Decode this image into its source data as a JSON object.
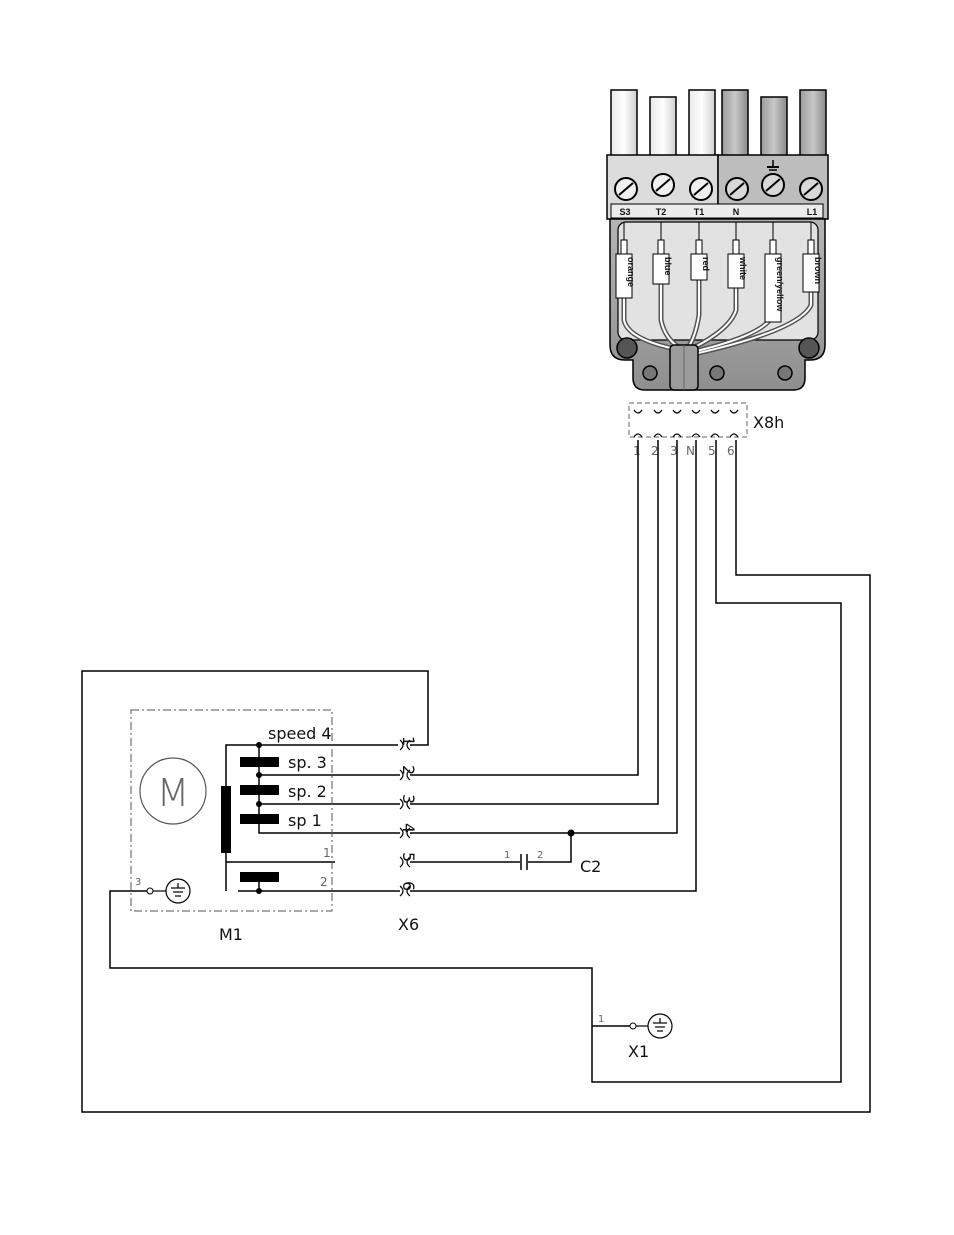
{
  "connector_block": {
    "terminals": [
      "S3",
      "T2",
      "T1",
      "N",
      "L1"
    ],
    "wire_colors": [
      "orange",
      "blue",
      "red",
      "white",
      "green/yellow",
      "brown"
    ]
  },
  "x8h": {
    "label": "X8h",
    "pins": [
      "1",
      "2",
      "3",
      "N",
      "5",
      "6"
    ]
  },
  "motor": {
    "label": "M1",
    "symbol": "M",
    "speed_labels": [
      "speed 4",
      "sp. 3",
      "sp. 2",
      "sp 1"
    ],
    "pin_labels": [
      "1",
      "2",
      "3"
    ]
  },
  "x6": {
    "label": "X6",
    "pins": [
      "1",
      "2",
      "3",
      "4",
      "5",
      "6"
    ]
  },
  "capacitor": {
    "label": "C2",
    "pin_labels": [
      "1",
      "2"
    ]
  },
  "ground_x1": {
    "label": "X1",
    "pin_label": "1"
  },
  "icons": [
    "ground-icon",
    "screw-terminal-icon",
    "motor-icon",
    "capacitor-icon"
  ]
}
